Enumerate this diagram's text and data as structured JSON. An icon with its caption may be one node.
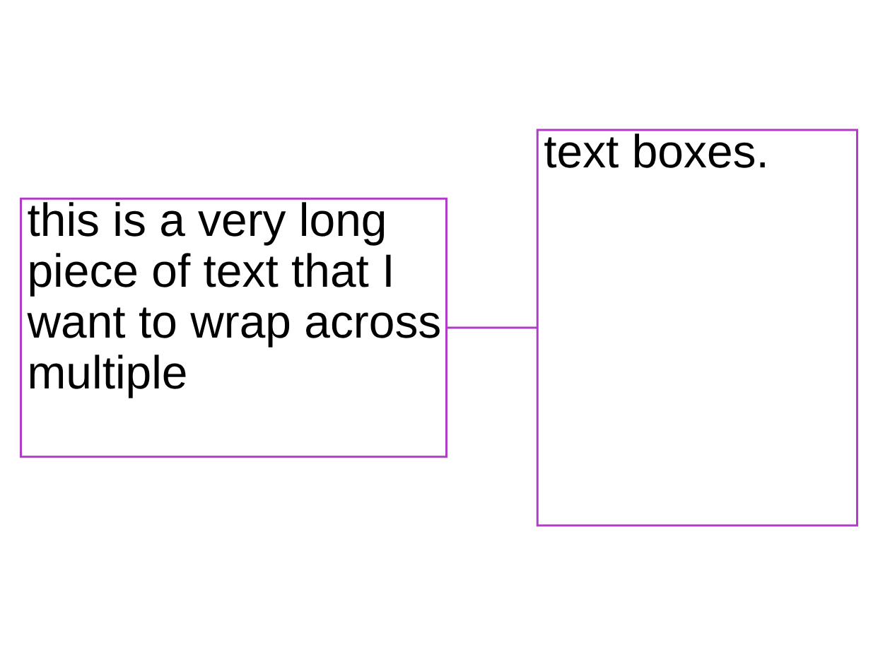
{
  "diagram": {
    "nodes": [
      {
        "text": [
          "this is a very long piece of text that I want to wrap across multiple"
        ]
      },
      {
        "text": [
          "text boxes."
        ]
      }
    ],
    "edges": [
      {
        "from": 0,
        "to": 1,
        "arrow": "none"
      }
    ]
  }
}
